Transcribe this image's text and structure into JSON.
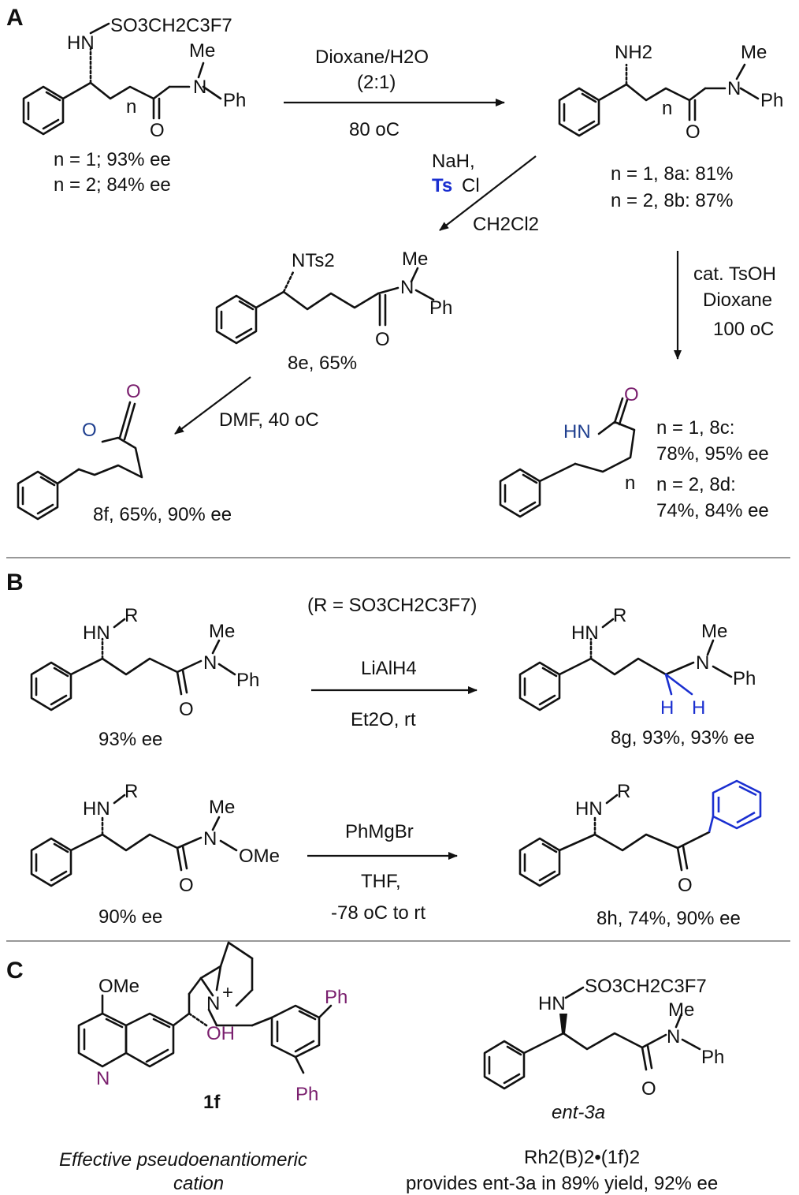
{
  "sections": {
    "a": "A",
    "b": "B",
    "c": "C"
  },
  "partA": {
    "start": {
      "hn": "HN",
      "substituent": "SO3CH2C3F7",
      "me": "Me",
      "n": "N",
      "ph": "Ph",
      "o": "O",
      "chain_n": "n",
      "ee1": "n = 1; 93% ee",
      "ee2": "n = 2; 84% ee"
    },
    "arrow1": {
      "line1": "Dioxane/H2O",
      "line2": "(2:1)",
      "line3": "80 oC"
    },
    "amine": {
      "nh2": "NH2",
      "me": "Me",
      "n": "N",
      "ph": "Ph",
      "o": "O",
      "chain_n": "n",
      "y1": "n = 1, 8a: 81%",
      "y2": "n = 2, 8b: 87%"
    },
    "arrow2": {
      "line1": "NaH,",
      "ts": "Ts",
      "cl": "Cl",
      "line3": "CH2Cl2"
    },
    "tosyl": {
      "nts2": "NTs2",
      "me": "Me",
      "n": "N",
      "ph": "Ph",
      "o": "O",
      "label": "8e, 65%"
    },
    "arrow3": {
      "line1": "cat. TsOH",
      "line2": "Dioxane",
      "line3": "100 oC"
    },
    "arrow4": {
      "line1": "DMF, 40 oC"
    },
    "lactone": {
      "o_carbonyl": "O",
      "o_ring": "O",
      "label": "8f, 65%, 90% ee"
    },
    "lactam": {
      "o": "O",
      "hn": "HN",
      "chain_n": "n",
      "y1a": "n = 1, 8c:",
      "y1b": "78%, 95% ee",
      "y2a": "n = 2, 8d:",
      "y2b": "74%, 84% ee"
    }
  },
  "partB": {
    "rdef": "(R = SO3CH2C3F7)",
    "row1": {
      "sm": {
        "hn": "HN",
        "r": "R",
        "me": "Me",
        "n": "N",
        "ph": "Ph",
        "o": "O",
        "ee": "93% ee"
      },
      "reagent": "LiAlH4",
      "conditions": "Et2O, rt",
      "product": {
        "hn": "HN",
        "r": "R",
        "me": "Me",
        "n": "N",
        "ph": "Ph",
        "h1": "H",
        "h2": "H",
        "label": "8g, 93%, 93% ee"
      }
    },
    "row2": {
      "sm": {
        "hn": "HN",
        "r": "R",
        "me": "Me",
        "n": "N",
        "ome": "OMe",
        "o": "O",
        "ee": "90% ee"
      },
      "reagent": "PhMgBr",
      "conditions1": "THF,",
      "conditions2": "-78 oC to rt",
      "product": {
        "hn": "HN",
        "r": "R",
        "o": "O",
        "label": "8h, 74%, 90% ee"
      }
    }
  },
  "partC": {
    "cation": {
      "ome": "OMe",
      "n_quin": "N",
      "n_plus": "N",
      "plus": "+",
      "oh": "OH",
      "ph1": "Ph",
      "ph2": "Ph",
      "label": "1f",
      "caption1": "Effective pseudoenantiomeric",
      "caption2": "cation"
    },
    "ent": {
      "hn": "HN",
      "substituent": "SO3CH2C3F7",
      "me": "Me",
      "n": "N",
      "ph": "Ph",
      "o": "O",
      "label": "ent-3a",
      "catalyst": "Rh2(B)2•(1f)2",
      "result": "provides ent-3a in 89% yield, 92% ee"
    }
  },
  "colors": {
    "purple": "#7a1f6e",
    "navy": "#1f3f8f",
    "blue": "#1a2fd0"
  }
}
